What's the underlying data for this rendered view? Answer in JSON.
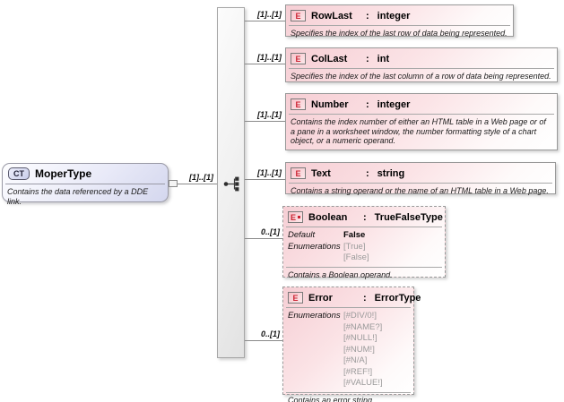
{
  "diagram": {
    "colon": ":",
    "root": {
      "badge": "CT",
      "title": "MoperType",
      "description": "Contains the data referenced by a DDE link.",
      "cardinality": "[1]..[1]"
    },
    "connector": {
      "type": "sequence"
    },
    "children": [
      {
        "badge": "E",
        "name": "RowLast",
        "type": "integer",
        "cardinality": "[1]..[1]",
        "description": "Specifies the index of the last row of data being represented."
      },
      {
        "badge": "E",
        "name": "ColLast",
        "type": "int",
        "cardinality": "[1]..[1]",
        "description": "Specifies the index of the last column of a row of data being represented."
      },
      {
        "badge": "E",
        "name": "Number",
        "type": "integer",
        "cardinality": "[1]..[1]",
        "description": "Contains the index number of either an HTML table in a Web page or of a pane in a worksheet window, the number formatting style of a chart object, or a numeric operand."
      },
      {
        "badge": "E",
        "name": "Text",
        "type": "string",
        "cardinality": "[1]..[1]",
        "description": "Contains a string operand or the name of an HTML table in a Web page."
      },
      {
        "badge": "E",
        "name": "Boolean",
        "type": "TrueFalseType",
        "cardinality": "0..[1]",
        "properties": {
          "default_label": "Default",
          "default_value": "False",
          "enumerations_label": "Enumerations",
          "enumerations": [
            "[True]",
            "[False]"
          ]
        },
        "description": "Contains a Boolean operand."
      },
      {
        "badge": "E",
        "name": "Error",
        "type": "ErrorType",
        "cardinality": "0..[1]",
        "properties": {
          "enumerations_label": "Enumerations",
          "enumerations": [
            "[#DIV/0!]",
            "[#NAME?]",
            "[#NULL!]",
            "[#NUM!]",
            "[#N/A]",
            "[#REF!]",
            "[#VALUE!]"
          ]
        },
        "description": "Contains an error string."
      }
    ]
  }
}
